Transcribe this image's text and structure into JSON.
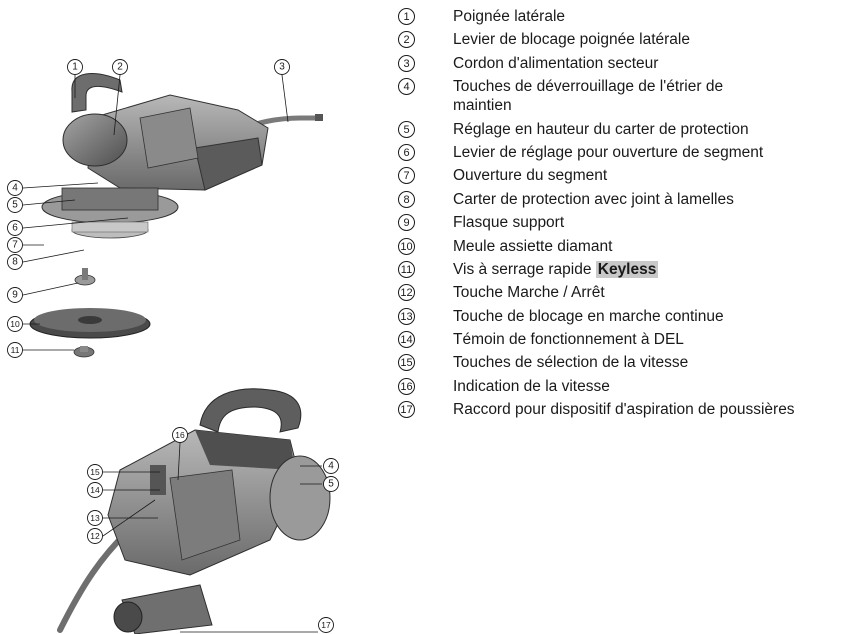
{
  "legend": {
    "items": [
      {
        "number": "1",
        "text": "Poignée latérale"
      },
      {
        "number": "2",
        "text": "Levier de blocage poignée latérale"
      },
      {
        "number": "3",
        "text": "Cordon d'alimentation secteur"
      },
      {
        "number": "4",
        "text": "Touches de déverrouillage de l'étrier de maintien"
      },
      {
        "number": "5",
        "text": "Réglage en hauteur du carter de protection"
      },
      {
        "number": "6",
        "text": "Levier de réglage pour ouverture de segment"
      },
      {
        "number": "7",
        "text": "Ouverture du segment"
      },
      {
        "number": "8",
        "text": "Carter de protection avec joint à lamelles"
      },
      {
        "number": "9",
        "text": "Flasque support"
      },
      {
        "number": "10",
        "text": "Meule assiette diamant"
      },
      {
        "number": "11",
        "text": "Vis à serrage rapide",
        "highlight": "Keyless"
      },
      {
        "number": "12",
        "text": "Touche Marche / Arrêt"
      },
      {
        "number": "13",
        "text": "Touche de blocage en marche continue"
      },
      {
        "number": "14",
        "text": "Témoin de fonctionnement à DEL"
      },
      {
        "number": "15",
        "text": "Touches de sélection de la vitesse"
      },
      {
        "number": "16",
        "text": "Indication de la vitesse"
      },
      {
        "number": "17",
        "text": "Raccord pour dispositif d'aspiration de poussières"
      }
    ]
  },
  "figures": {
    "top_callouts": [
      "1",
      "2",
      "3",
      "4",
      "5",
      "6",
      "7",
      "8",
      "9",
      "10",
      "11"
    ],
    "bottom_callouts": [
      "16",
      "15",
      "14",
      "13",
      "12",
      "4",
      "5",
      "17"
    ]
  }
}
